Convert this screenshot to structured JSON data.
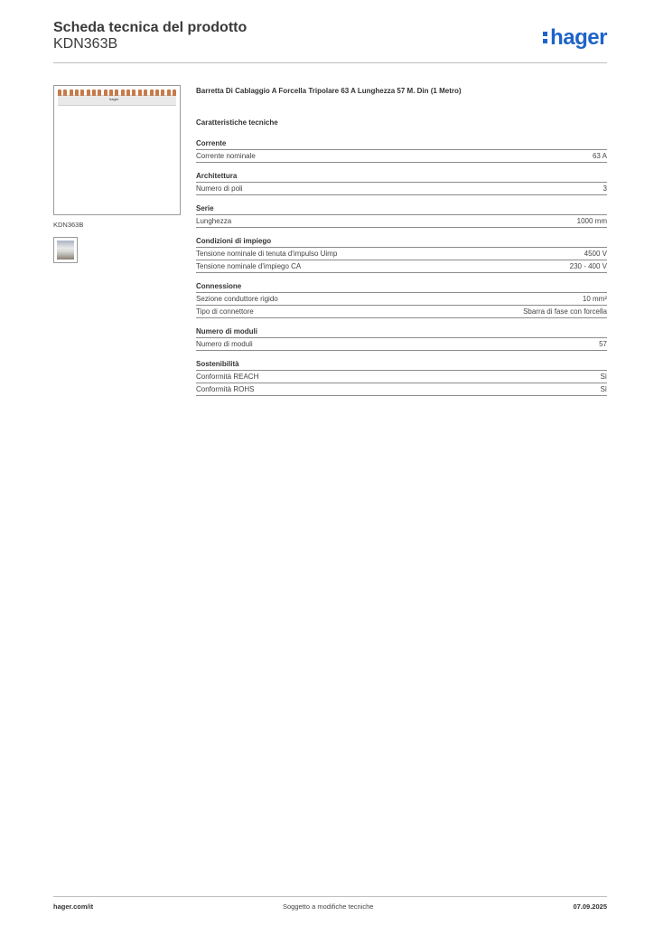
{
  "header": {
    "title": "Scheda tecnica del prodotto",
    "product_code": "KDN363B",
    "logo_text": "hager",
    "brand_color": "#1e64c8"
  },
  "image_panel": {
    "image_caption": "KDN363B",
    "busbar_brand": "hager"
  },
  "product": {
    "description": "Barretta Di Cablaggio A Forcella Tripolare 63 A Lunghezza 57 M. Din (1 Metro)",
    "characteristics_title": "Caratteristiche tecniche"
  },
  "sections": [
    {
      "title": "Corrente",
      "rows": [
        {
          "label": "Corrente nominale",
          "value": "63 A"
        }
      ]
    },
    {
      "title": "Architettura",
      "rows": [
        {
          "label": "Numero di poli",
          "value": "3"
        }
      ]
    },
    {
      "title": "Serie",
      "rows": [
        {
          "label": "Lunghezza",
          "value": "1000 mm"
        }
      ]
    },
    {
      "title": "Condizioni di impiego",
      "rows": [
        {
          "label": "Tensione nominale di tenuta d'impulso Uimp",
          "value": "4500 V"
        },
        {
          "label": "Tensione nominale d'impiego CA",
          "value": "230 - 400 V"
        }
      ]
    },
    {
      "title": "Connessione",
      "rows": [
        {
          "label": "Sezione conduttore rigido",
          "value": "10 mm²"
        },
        {
          "label": "Tipo di connettore",
          "value": "Sbarra di fase con forcella"
        }
      ]
    },
    {
      "title": "Numero di moduli",
      "rows": [
        {
          "label": "Numero di moduli",
          "value": "57"
        }
      ]
    },
    {
      "title": "Sostenibilità",
      "rows": [
        {
          "label": "Conformità REACH",
          "value": "Sì"
        },
        {
          "label": "Conformità ROHS",
          "value": "Sì"
        }
      ]
    }
  ],
  "footer": {
    "website": "hager.com/it",
    "note": "Soggetto a modifiche tecniche",
    "date": "07.09.2025"
  }
}
